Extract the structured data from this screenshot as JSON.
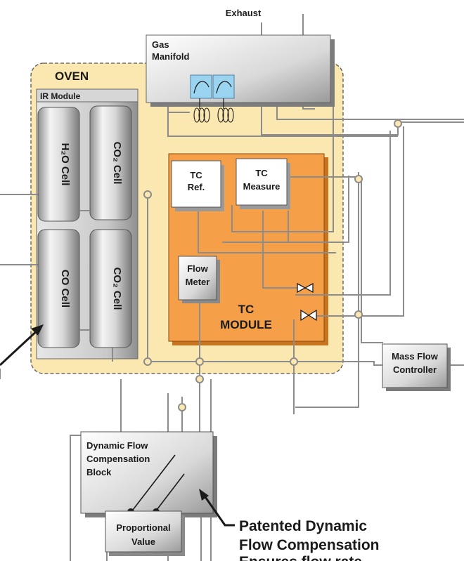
{
  "labels": {
    "exhaust": "Exhaust",
    "gas_manifold_line1": "Gas",
    "gas_manifold_line2": "Manifold",
    "oven": "OVEN",
    "ir_module": "IR Module",
    "h2o_cell": "H₂O Cell",
    "co2_cell_top": "CO₂ Cell",
    "co_cell": "CO Cell",
    "co2_cell_bottom": "CO₂ Cell",
    "tc_ref_line1": "TC",
    "tc_ref_line2": "Ref.",
    "tc_measure_line1": "TC",
    "tc_measure_line2": "Measure",
    "flow_meter_line1": "Flow",
    "flow_meter_line2": "Meter",
    "tc_module_line1": "TC",
    "tc_module_line2": "MODULE",
    "mass_flow_line1": "Mass Flow",
    "mass_flow_line2": "Controller",
    "dfc_block_line1": "Dynamic Flow",
    "dfc_block_line2": "Compensation",
    "dfc_block_line3": "Block",
    "prop_valve_line1": "Proportional",
    "prop_valve_line2": "Value",
    "callout_line1": "Patented Dynamic",
    "callout_line2": "Flow Compensation",
    "callout_line3": "Ensures flow rate"
  },
  "colors": {
    "oven_fill": "#fbe7b0",
    "oven_stroke": "#555555",
    "tc_module_fill": "#f5a048",
    "manifold_blue": "#9ad4f0",
    "pipe": "#8c8c8c",
    "text": "#1a1a1a"
  }
}
